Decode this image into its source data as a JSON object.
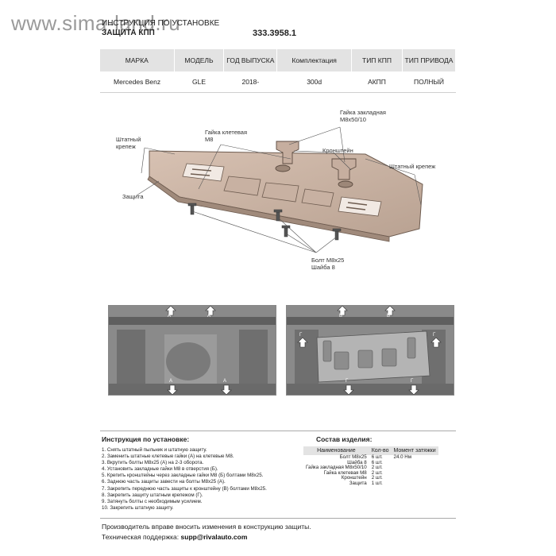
{
  "watermark": "www.sima-land.ru",
  "header": {
    "title": "ИНСТРУКЦИЯ ПО УСТАНОВКЕ",
    "subtitle": "ЗАЩИТА КПП",
    "code": "333.3958.1"
  },
  "spec_table": {
    "headers": [
      "МАРКА",
      "МОДЕЛЬ",
      "ГОД ВЫПУСКА",
      "Комплектация",
      "ТИП КПП",
      "ТИП ПРИВОДА"
    ],
    "row": [
      "Mercedes Benz",
      "GLE",
      "2018-",
      "300d",
      "АКПП",
      "ПОЛНЫЙ"
    ]
  },
  "diagram": {
    "callouts": {
      "nut_embedded": "Гайка закладная\nМ8х50/10",
      "cage_nut": "Гайка клетевая\nМ8",
      "stock_mount_left": "Штатный\nкрепеж",
      "bracket": "Кронштейн",
      "stock_mount_right": "Штатный крепеж",
      "guard": "Защита",
      "bolt_washer": "Болт М8х25\nШайба 8"
    }
  },
  "photos": {
    "left_labels": [
      "А",
      "А",
      "А",
      "А"
    ],
    "right_labels": [
      "Б",
      "Б",
      "Г",
      "Г",
      "Г",
      "Г"
    ]
  },
  "instructions": {
    "title": "Инструкция по установке:",
    "steps": [
      "1. Снять штатный пыльник и штатную защиту.",
      "2. Заменить штатные клетевые гайки (А) на клетевые М8.",
      "3. Вкрутить болты М8х25 (А) на 2-3 оборота.",
      "4. Установить закладные гайки М8 в отверстия (Б).",
      "5. Крепить кронштейны через закладные гайки М8 (Б) болтами М8х25.",
      "6. Заднюю часть защиты завести на болты М8х25 (А).",
      "7. Закрепить переднюю часть защиты к кронштейну (В) болтами М8х25.",
      "8. Закрепить защиту штатным крепежом (Г).",
      "9. Затянуть болты с необходимым усилием.",
      "10. Закрепить штатную защиту."
    ]
  },
  "parts": {
    "title": "Состав изделия:",
    "headers": [
      "Наименование",
      "Кол-во",
      "Момент затяжки"
    ],
    "rows": [
      {
        "name": "Болт М8х25",
        "qty": "6 шт.",
        "torque": "24.0 Нм"
      },
      {
        "name": "Шайба 8",
        "qty": "6 шт.",
        "torque": ""
      },
      {
        "name": "Гайка закладная М8х50/10",
        "qty": "2 шт.",
        "torque": ""
      },
      {
        "name": "Гайка клетевая М8",
        "qty": "2 шт.",
        "torque": ""
      },
      {
        "name": "Кронштейн",
        "qty": "2 шт.",
        "torque": ""
      },
      {
        "name": "Защита",
        "qty": "1 шт.",
        "torque": ""
      }
    ]
  },
  "footer": {
    "notice": "Производитель вправе вносить изменения в конструкцию защиты.",
    "support_label": "Техническая поддержка:",
    "support_email": "supp@rivalauto.com"
  }
}
